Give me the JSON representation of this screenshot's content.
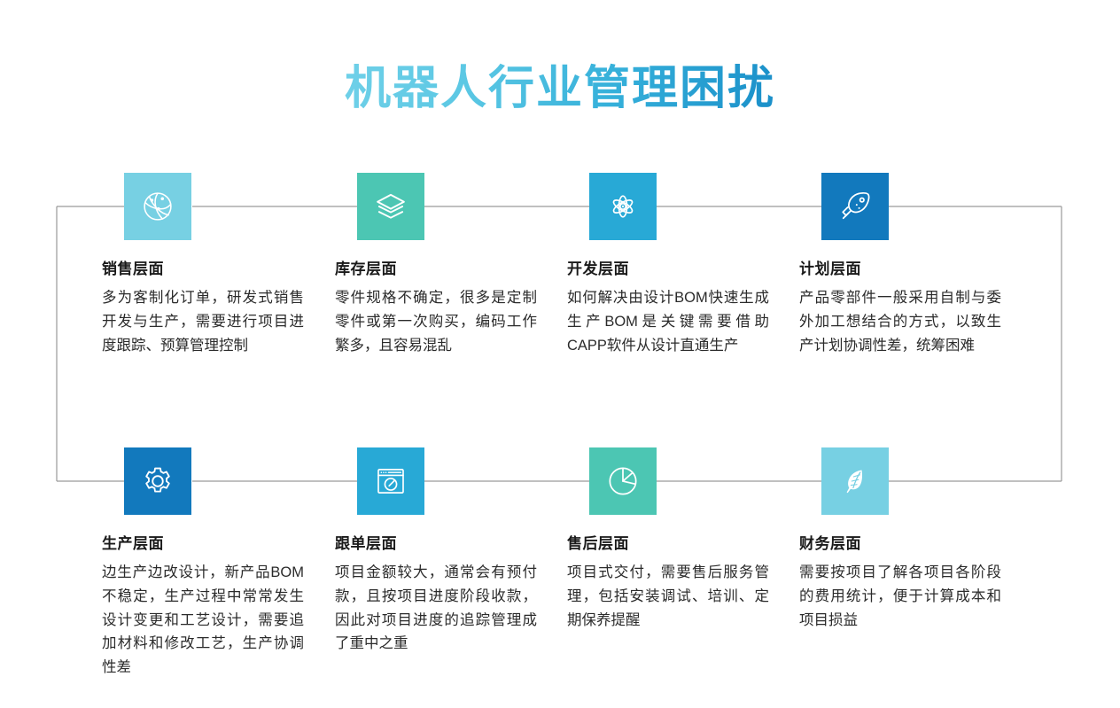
{
  "header": {
    "title": "机器人行业管理困扰",
    "title_gradient_from": "#6fd0e8",
    "title_gradient_to": "#1a8fc9"
  },
  "theme": {
    "cyan_light": "#77d0e3",
    "teal": "#4cc6b3",
    "blue_mid": "#28a9d6",
    "blue_dark": "#1279bd",
    "line": "#9a9a9a",
    "heading_color": "#1a1a1a",
    "body_color": "#2b2b2b",
    "background": "#ffffff"
  },
  "cards": [
    {
      "id": "sales",
      "icon": "globe-network-icon",
      "tile_color": "#77d0e3",
      "heading": "销售层面",
      "body": "多为客制化订单，研发式销售开发与生产，需要进行项目进度跟踪、预算管理控制"
    },
    {
      "id": "inventory",
      "icon": "layers-stack-icon",
      "tile_color": "#4cc6b3",
      "heading": "库存层面",
      "body": "零件规格不确定，很多是定制零件或第一次购买，编码工作繁多，且容易混乱"
    },
    {
      "id": "development",
      "icon": "atom-icon",
      "tile_color": "#28a9d6",
      "heading": "开发层面",
      "body": "如何解决由设计BOM快速生成生产BOM是关键需要借助CAPP软件从设计直通生产"
    },
    {
      "id": "planning",
      "icon": "rocket-icon",
      "tile_color": "#1279bd",
      "heading": "计划层面",
      "body": "产品零部件一般采用自制与委外加工想结合的方式，以致生产计划协调性差，统筹困难"
    },
    {
      "id": "production",
      "icon": "gear-icon",
      "tile_color": "#1279bd",
      "heading": "生产层面",
      "body": "边生产边改设计，新产品BOM不稳定，生产过程中常常发生设计变更和工艺设计，需要追加材料和修改工艺，生产协调性差"
    },
    {
      "id": "order-tracking",
      "icon": "browser-compass-icon",
      "tile_color": "#28a9d6",
      "heading": "跟单层面",
      "body": "项目金额较大，通常会有预付款，且按项目进度阶段收款，因此对项目进度的追踪管理成了重中之重"
    },
    {
      "id": "after-sales",
      "icon": "pie-chart-icon",
      "tile_color": "#4cc6b3",
      "heading": "售后层面",
      "body": "项目式交付，需要售后服务管理，包括安装调试、培训、定期保养提醒"
    },
    {
      "id": "finance",
      "icon": "feather-icon",
      "tile_color": "#77d0e3",
      "heading": "财务层面",
      "body": "需要按项目了解各项目各阶段的费用统计，便于计算成本和项目损益"
    }
  ]
}
